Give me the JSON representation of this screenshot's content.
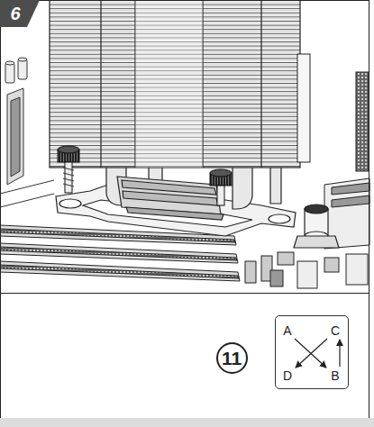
{
  "diagram": {
    "nodes": [
      {
        "text": [
          "6"
        ]
      },
      {
        "text": [
          "11"
        ]
      },
      {
        "text": [
          "A",
          "C",
          "D",
          "B"
        ]
      }
    ]
  }
}
